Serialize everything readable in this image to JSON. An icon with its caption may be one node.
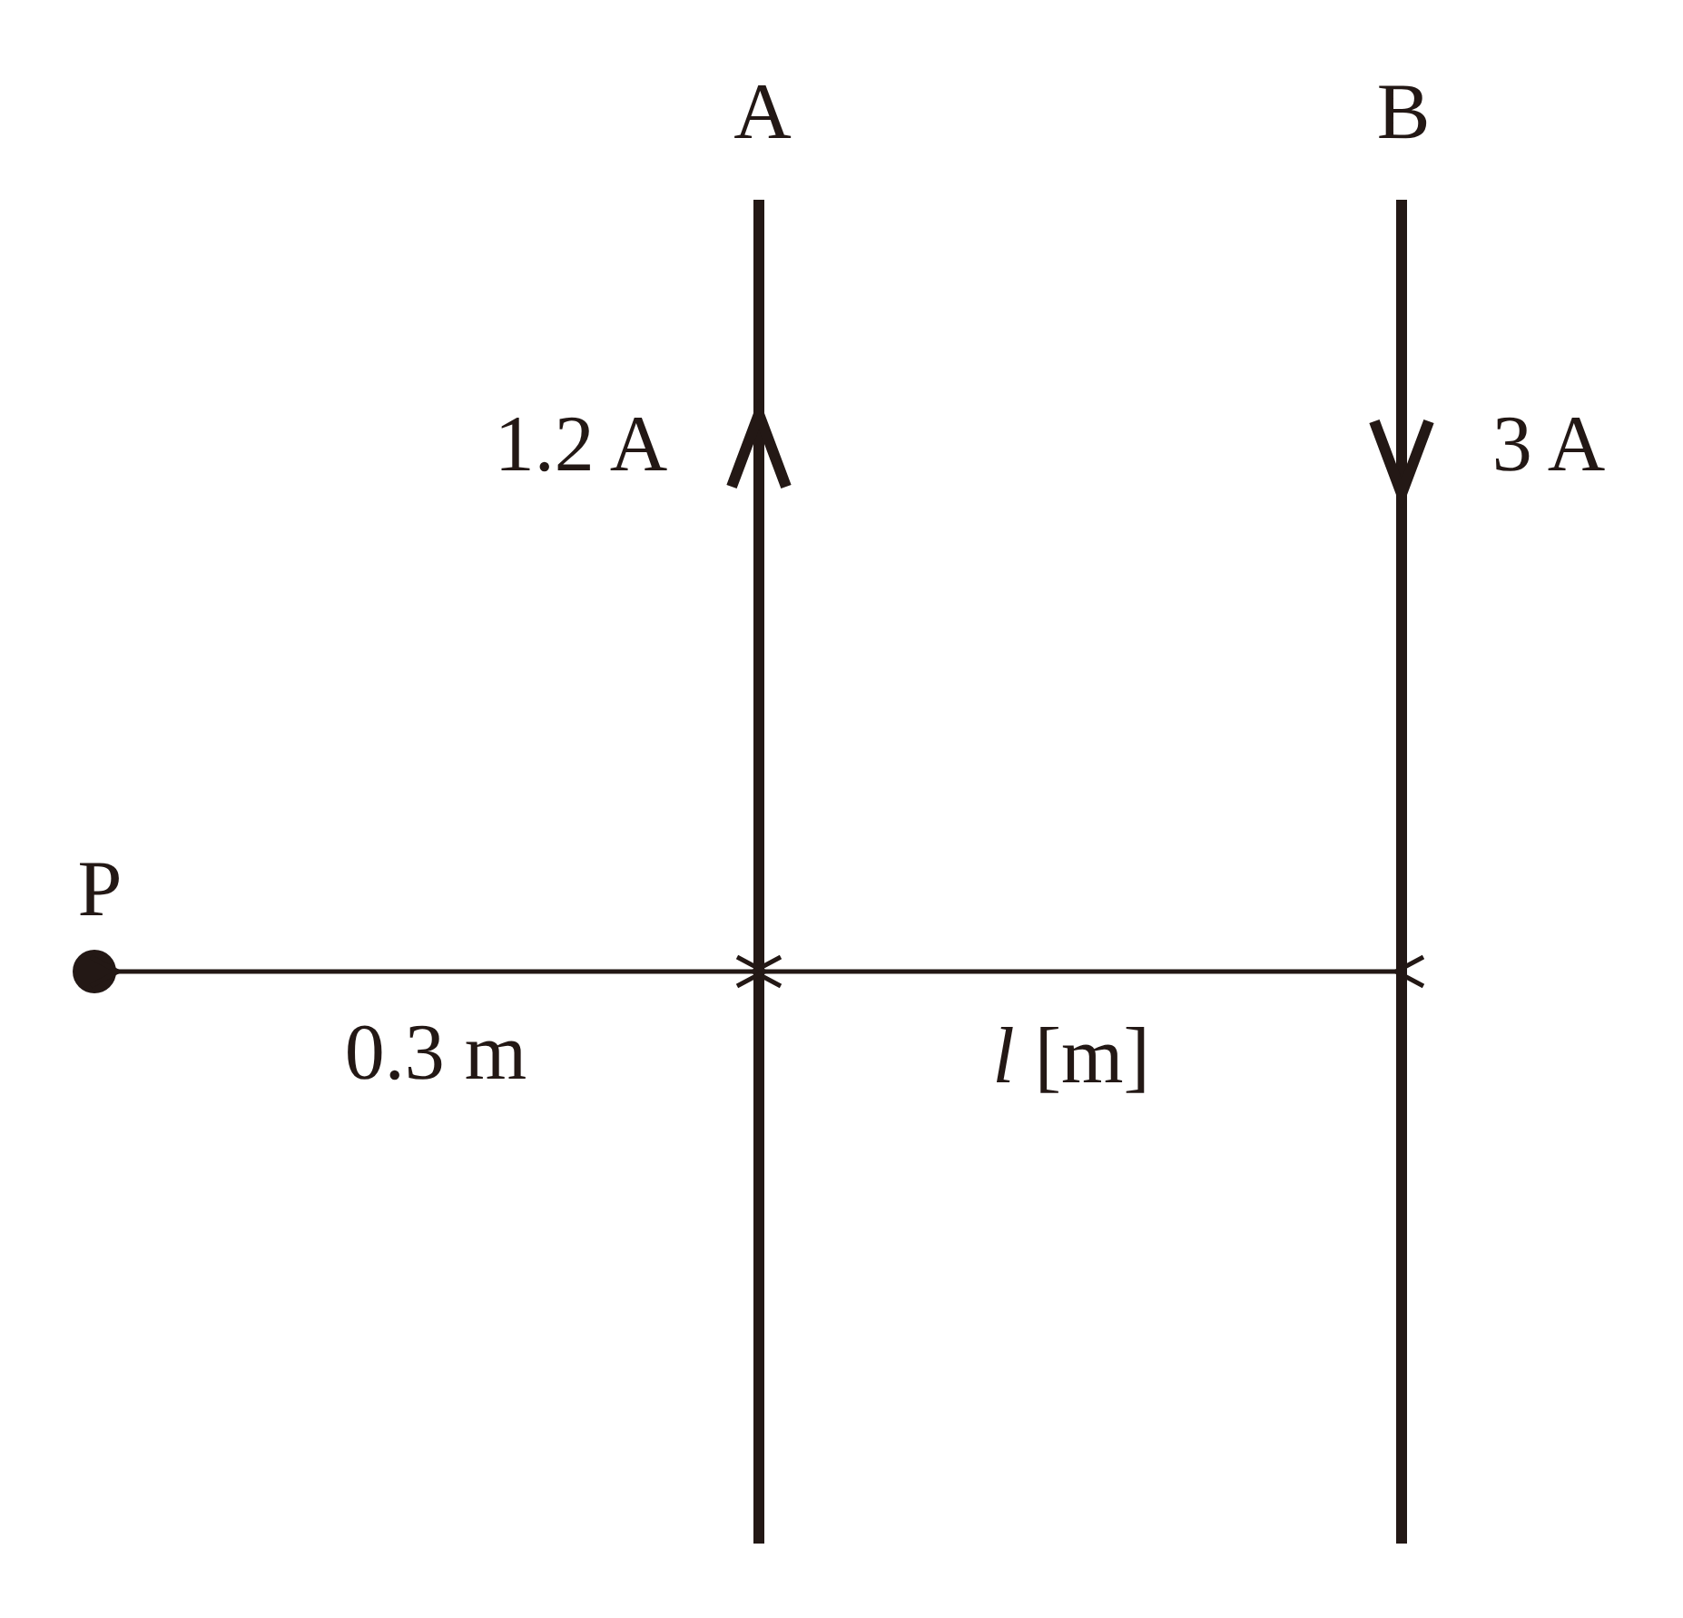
{
  "diagram": {
    "labels": [
      "A",
      "B",
      "1.2 A",
      "3 A",
      "P",
      "0.3 m",
      "*l* [m]"
    ]
  }
}
